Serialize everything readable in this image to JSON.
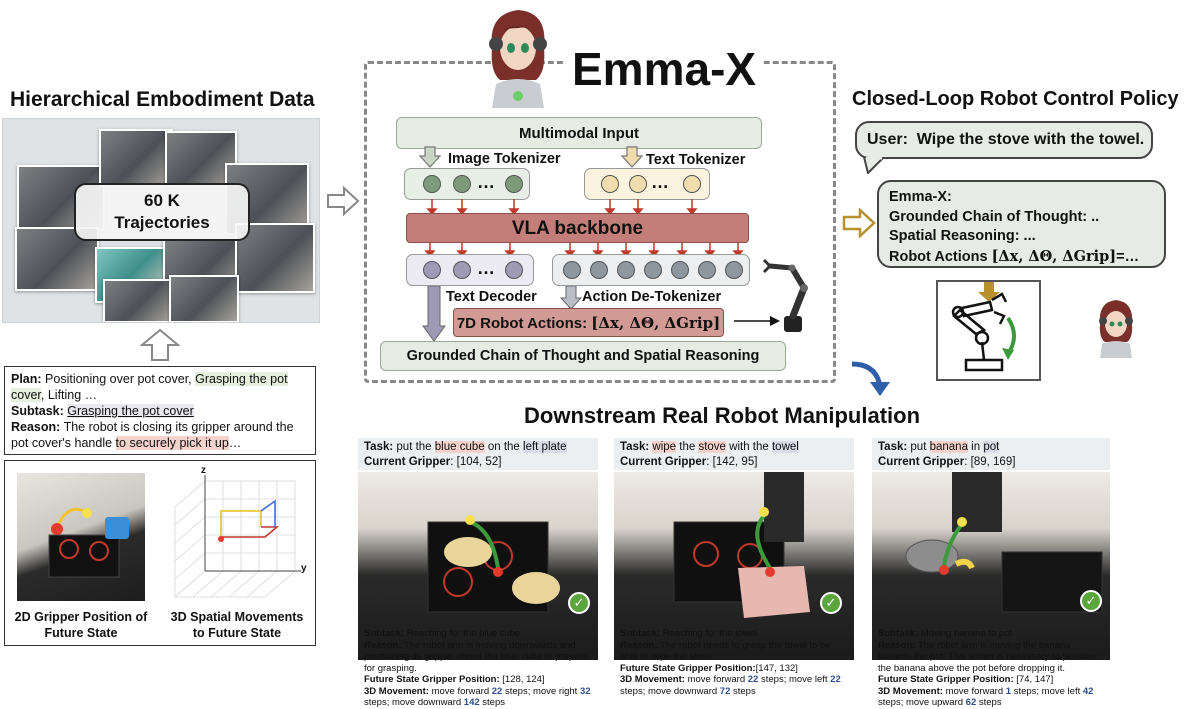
{
  "left": {
    "title": "Hierarchical Embodiment Data",
    "trajectories_line1": "60 K",
    "trajectories_line2": "Trajectories",
    "plan_label": "Plan:",
    "plan_text_a": " Positioning over pot cover,  ",
    "plan_text_hl": "Grasping the pot cover",
    "plan_text_b": ", Lifting …",
    "subtask_label": "Subtask:",
    "subtask_text": "Grasping the pot cover",
    "reason_label": "Reason:",
    "reason_text_a": " The robot is closing its gripper around the pot cover's handle ",
    "reason_text_hl": "to securely pick it up",
    "reason_text_b": "…",
    "cap_2d_line1": "2D Gripper Position of",
    "cap_2d_line2": "Future State",
    "cap_3d_line1": "3D Spatial Movements",
    "cap_3d_line2": "to Future State",
    "axis_z": "z",
    "axis_y": "y"
  },
  "center": {
    "title": "Emma-X",
    "multimodal": "Multimodal Input",
    "image_tokenizer": "Image Tokenizer",
    "text_tokenizer": "Text Tokenizer",
    "dots": "…",
    "backbone": "VLA backbone",
    "text_decoder": "Text Decoder",
    "action_detokenizer": "Action De-Tokenizer",
    "actions_label": "7D Robot Actions: ",
    "actions_math": "[Δx, ΔΘ, ΔGrip]",
    "gcot": "Grounded Chain of Thought and Spatial Reasoning"
  },
  "right": {
    "title": "Closed-Loop Robot Control Policy",
    "user_label": "User:",
    "user_text": "Wipe the stove with the towel.",
    "emma_line1": "Emma-X:",
    "emma_line2": "Grounded Chain of Thought: ..",
    "emma_line3": "Spatial Reasoning: ...",
    "emma_line4_a": "Robot Actions ",
    "emma_line4_math": "[Δx, ΔΘ, ΔGrip]",
    "emma_line4_b": "=…"
  },
  "downstream": {
    "title": "Downstream Real Robot Manipulation",
    "check": "✓",
    "panels": [
      {
        "task_label": "Task:",
        "task_a": " put the ",
        "task_obj1": "blue cube",
        "task_b": " on the ",
        "task_obj2": "left plate",
        "task_c": "",
        "gripper_label": "Current Gripper",
        "gripper_value": ": [104, 52]",
        "subtask_label": "Subtask:",
        "subtask": " Reaching for the blue cube",
        "reason_label": "Reason:",
        "reason": " The robot arm is moving downwards and positioning its gripper above the blue cube to prepare for grasping.",
        "future_label": "Future State Gripper Position:",
        "future": " [128, 124]",
        "move_label": "3D Movement:",
        "m1": " move forward ",
        "n1": "22",
        "m2": " steps; move right ",
        "n2": "32",
        "m3": " steps; move downward ",
        "n3": "142",
        "m4": " steps"
      },
      {
        "task_label": "Task:",
        "task_a": " ",
        "task_obj1": "wipe",
        "task_b": " the ",
        "task_obj2": "stove",
        "task_c": " with the ",
        "task_obj3": "towel",
        "gripper_label": "Current Gripper",
        "gripper_value": ": [142, 95]",
        "subtask_label": "Subtask:",
        "subtask": " Reaching for the towel",
        "reason_label": "Reason:",
        "reason": " The robot needs to grasp the towel to be able to wipe the stove",
        "future_label": "Future State Gripper Position:",
        "future": "[147, 132]",
        "move_label": "3D Movement:",
        "m1": " move forward ",
        "n1": "22",
        "m2": " steps; move left ",
        "n2": "22",
        "m3": " steps; move downward ",
        "n3": "72",
        "m4": " steps"
      },
      {
        "task_label": "Task:",
        "task_a": " put ",
        "task_obj1": "banana",
        "task_b": " in ",
        "task_obj2": "pot",
        "task_c": "",
        "gripper_label": "Current Gripper",
        "gripper_value": ": [89, 169]",
        "subtask_label": "Subtask:",
        "subtask": " Moving banana to pot",
        "reason_label": "Reason:",
        "reason": " The robot arm is moving the banana towards the pot. This action is necessary to position the banana above the pot before dropping it.",
        "future_label": "Future State Gripper Position:",
        "future": " [74, 147]",
        "move_label": "3D Movement:",
        "m1": " move forward ",
        "n1": "1",
        "m2": " steps; move left ",
        "n2": "42",
        "m3": " steps; move upward ",
        "n3": "62",
        "m4": " steps"
      }
    ]
  },
  "colors": {
    "backbone": "#c47e79",
    "tokenizer_image": "#7d9b7a",
    "tokenizer_text": "#f1dcae",
    "decoder_tokens": "#9e9ab6",
    "arrow_red": "#c0392b",
    "arrow_gold": "#b8902e",
    "arrow_blue": "#2f5fa8"
  }
}
